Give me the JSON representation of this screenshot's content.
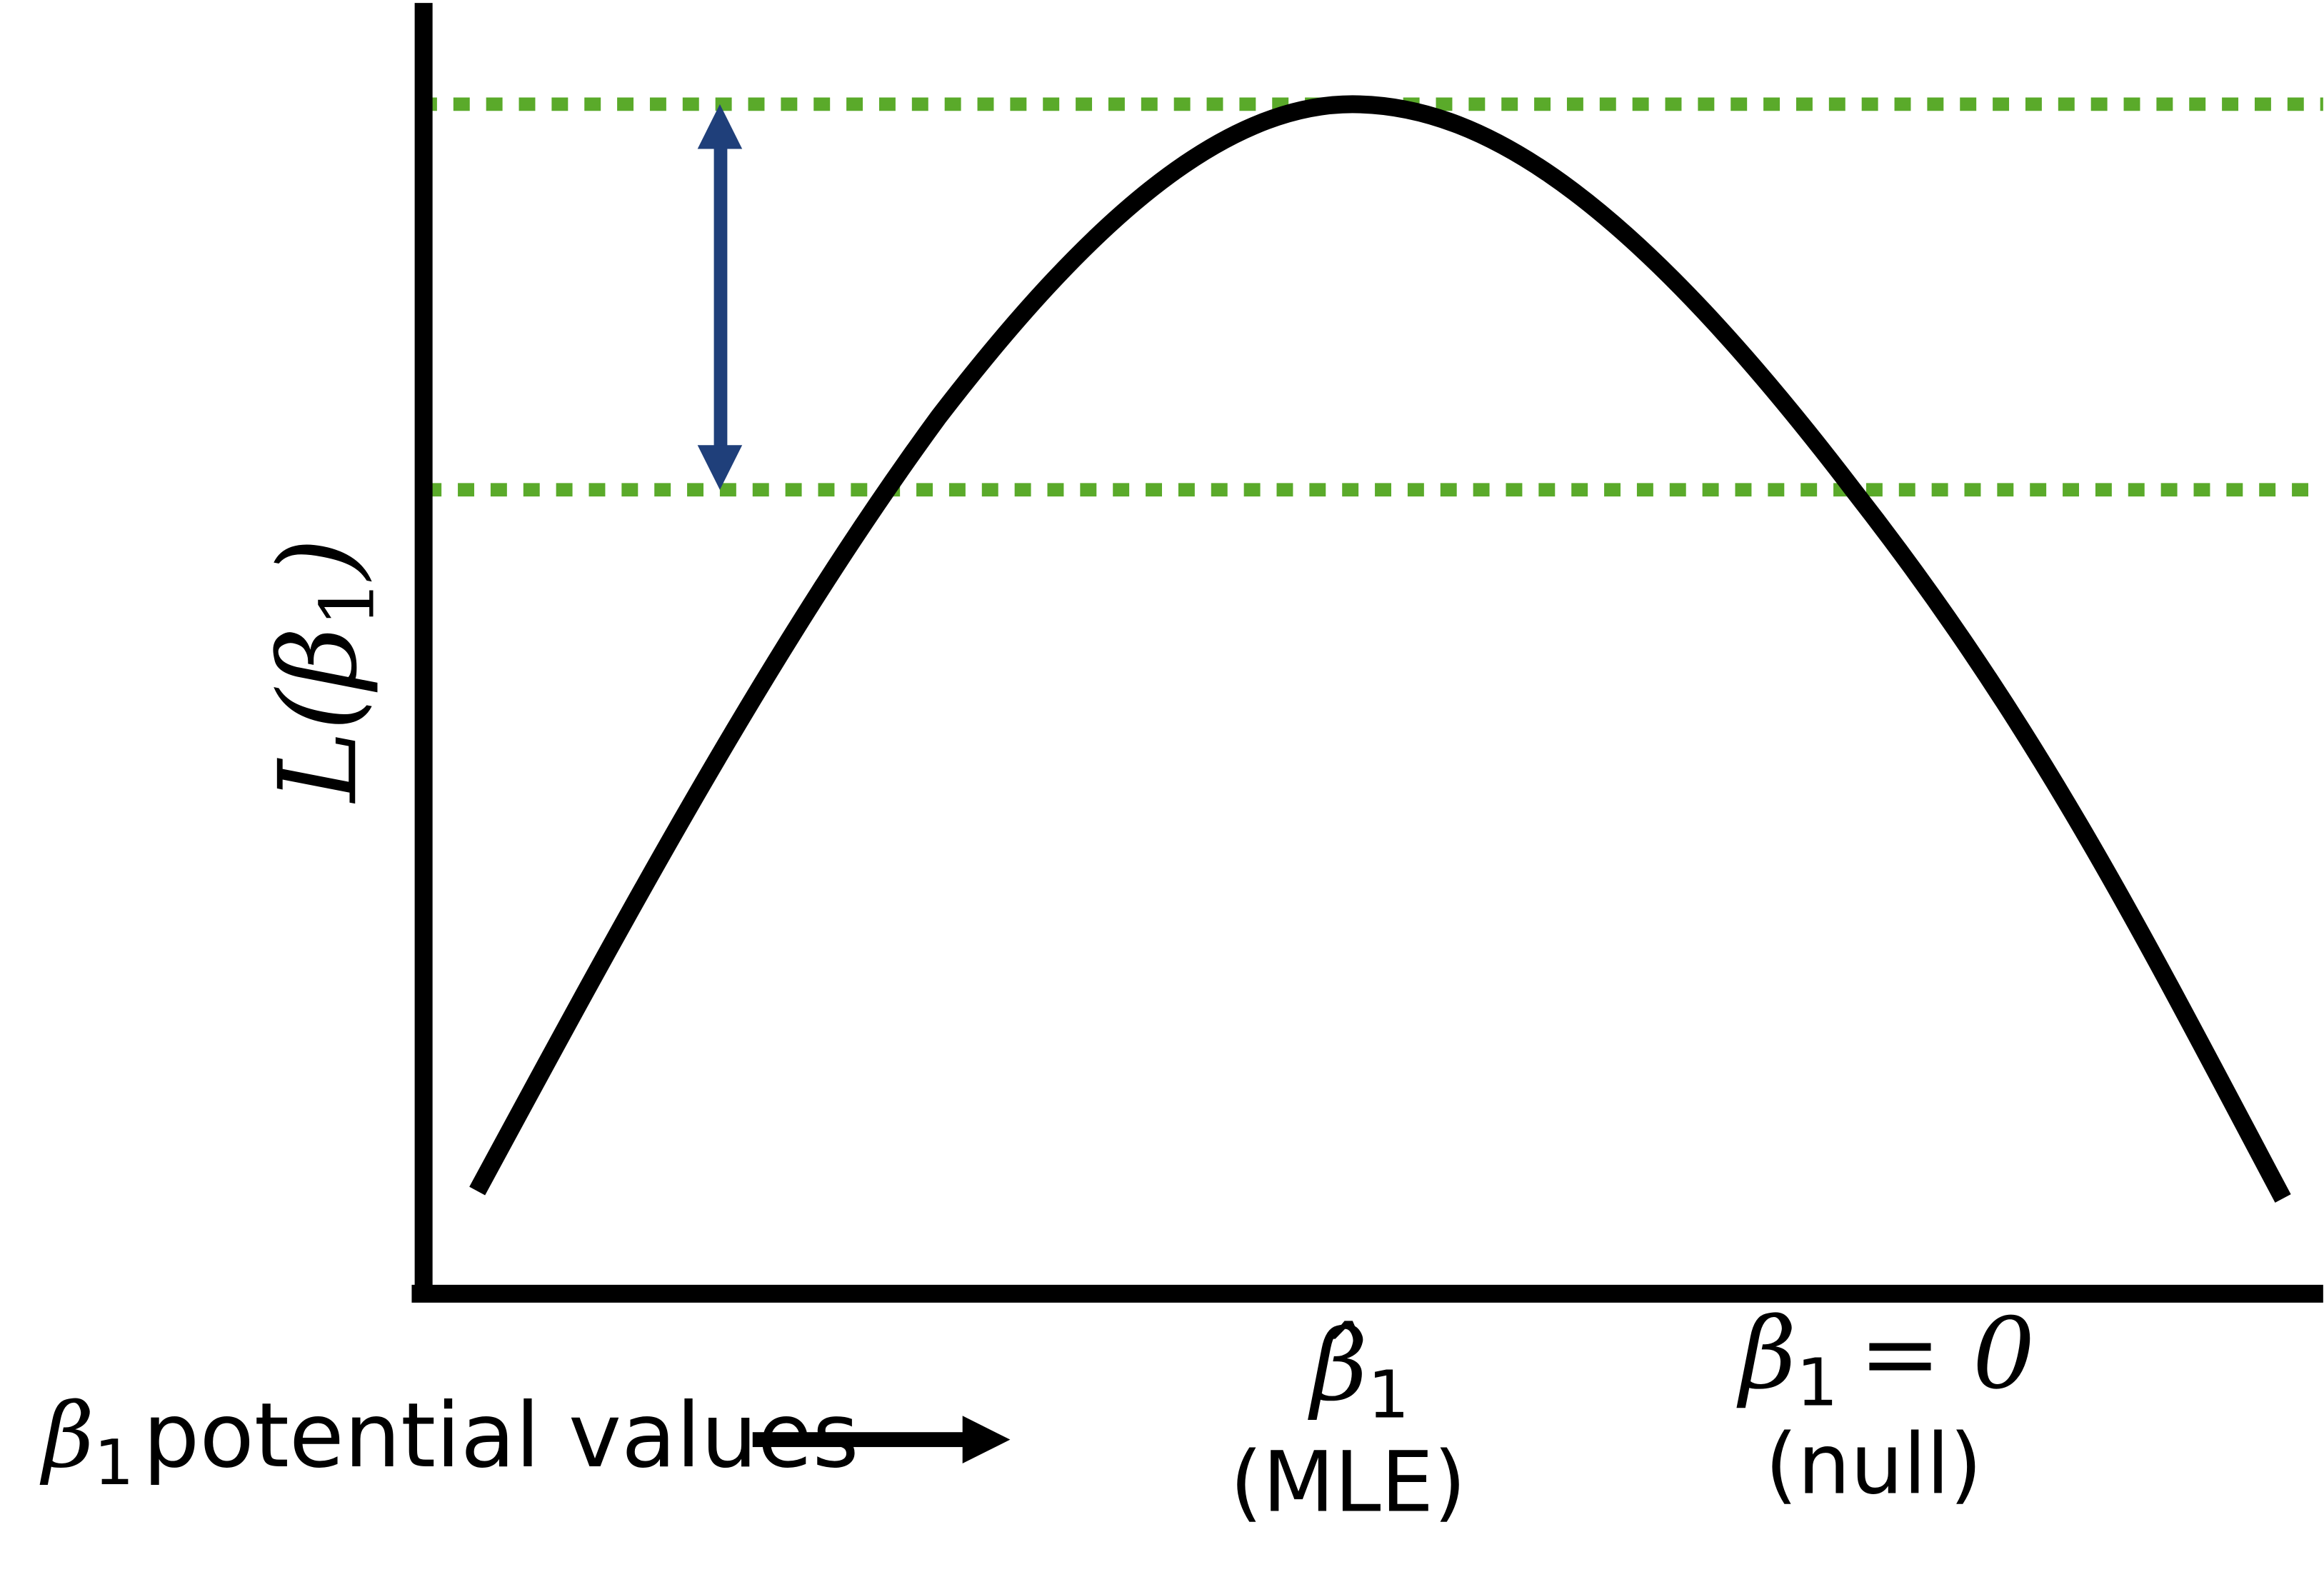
{
  "y_axis_label": {
    "main": "L(β",
    "sub": "1",
    "close": ")"
  },
  "x_axis_caption": {
    "beta": "β",
    "sub": "1",
    "text": "potential values"
  },
  "mle_marker": {
    "symbol": "β̂",
    "sub": "1",
    "note": "(MLE)"
  },
  "null_marker": {
    "symbol": "β",
    "sub": "1",
    "eq": "= 0",
    "note": "(null)"
  },
  "colors": {
    "curve": "#000000",
    "reference_lines": "#5aaa2a",
    "arrow": "#1f3f7a"
  }
}
